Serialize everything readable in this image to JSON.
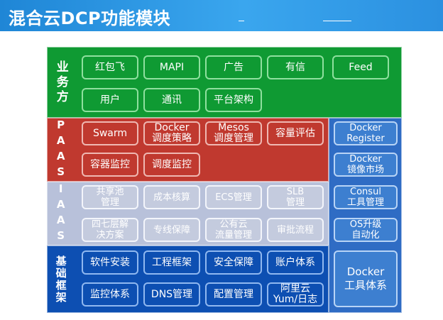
{
  "title": "混合云DCP功能模块",
  "colors": {
    "green": "#0f9a33",
    "red": "#c0392f",
    "gray": "#b8c1da",
    "blue": "#0d4fb2",
    "side": "#2f6cc4"
  },
  "sections": {
    "business": {
      "label": "业务方",
      "items": [
        "红包飞",
        "MAPI",
        "广告",
        "有信",
        "Feed",
        "用户",
        "通讯",
        "平台架构"
      ]
    },
    "paas": {
      "label": "PAAS",
      "items": [
        "Swarm",
        "Docker\n调度策略",
        "Mesos\n调度管理",
        "容量评估",
        "容器监控",
        "调度监控"
      ]
    },
    "iaas": {
      "label": "IAAS",
      "items": [
        "共享池\n管理",
        "成本核算",
        "ECS管理",
        "SLB\n管理",
        "四七层解\n决方案",
        "专线保障",
        "公有云\n流量管理",
        "审批流程"
      ]
    },
    "infra": {
      "label": "基础框架",
      "items": [
        "软件安装",
        "工程框架",
        "安全保障",
        "账户体系",
        "监控体系",
        "DNS管理",
        "配置管理",
        "阿里云\nYum/日志"
      ]
    },
    "side": {
      "items": [
        "Docker\nRegister",
        "Docker\n镜像市场",
        "Consul\n工具管理",
        "OS升级\n自动化",
        "Docker\n工具体系"
      ]
    }
  }
}
